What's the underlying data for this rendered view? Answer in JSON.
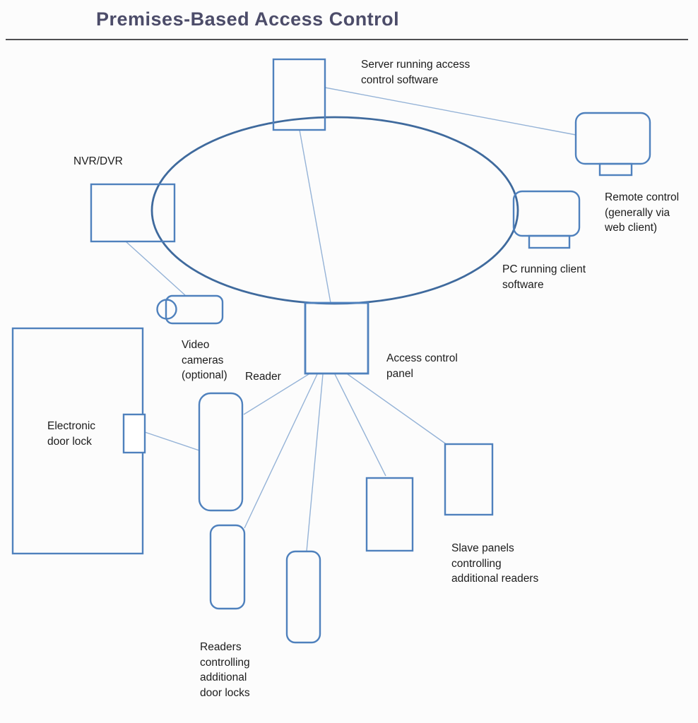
{
  "title": "Premises-Based Access Control",
  "colors": {
    "shape_stroke": "#4f81bd",
    "network_stroke": "#3f6a9d",
    "connector_stroke": "#95b3d7",
    "title_text": "#4c4c69",
    "label_text": "#1c1c1c",
    "divider": "#4f4f52",
    "background": "#fcfcfc"
  },
  "nodes": {
    "server": {
      "label": "Server running access\ncontrol software"
    },
    "remote": {
      "label": "Remote control\n(generally via\nweb client)"
    },
    "pc": {
      "label": "PC running client\nsoftware"
    },
    "nvr": {
      "label": "NVR/DVR"
    },
    "cameras": {
      "label": "Video\ncameras\n(optional)"
    },
    "reader": {
      "label": "Reader"
    },
    "panel": {
      "label": "Access control\npanel"
    },
    "door_lock": {
      "label": "Electronic\ndoor lock"
    },
    "slave_panels": {
      "label": "Slave panels\ncontrolling\nadditional readers"
    },
    "readers": {
      "label": "Readers\ncontrolling\nadditional\ndoor locks"
    }
  }
}
